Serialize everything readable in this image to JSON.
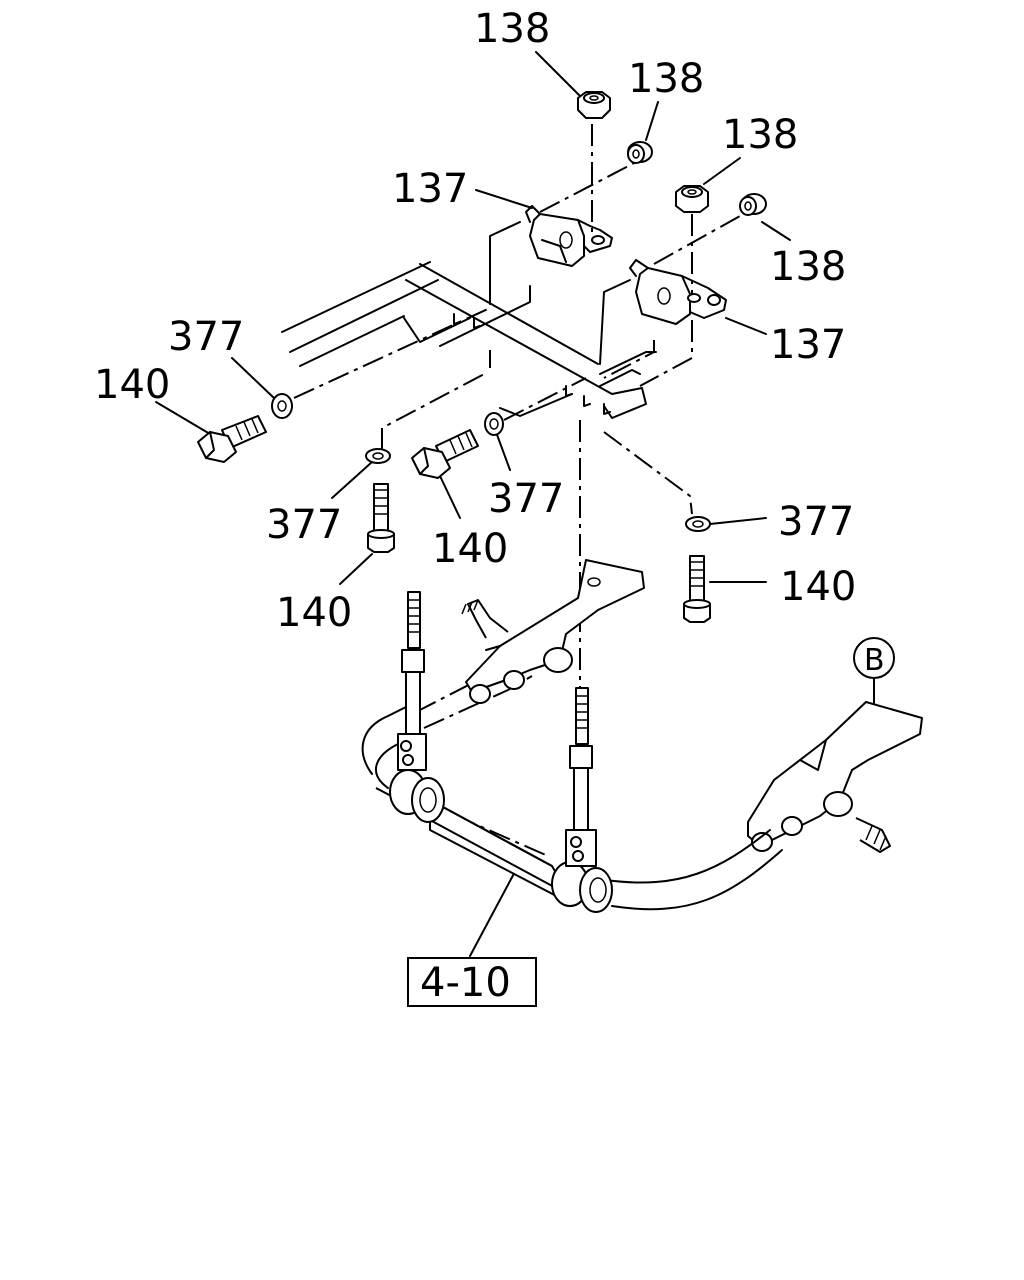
{
  "callouts": {
    "nut_top": "138",
    "washer_top": "138",
    "nut_right": "138",
    "washer_right": "138",
    "bracket_left": "137",
    "bracket_right": "137",
    "washer_left_upper": "377",
    "washer_left_lower": "377",
    "washer_center": "377",
    "washer_right_lower": "377",
    "bolt_left": "140",
    "bolt_center": "140",
    "bolt_lower_left": "140",
    "bolt_right": "140"
  },
  "reference_box": "4-10",
  "reference_circle": "B"
}
